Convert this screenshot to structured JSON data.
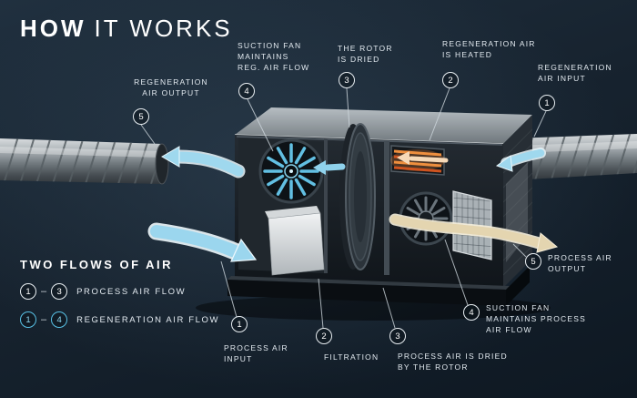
{
  "title": {
    "main": "HOW",
    "rest": "IT WORKS"
  },
  "callouts": {
    "reg_output": {
      "number": "5",
      "label": "REGENERATION\nAIR OUTPUT"
    },
    "suction_fan_reg": {
      "number": "4",
      "label": "SUCTION FAN\nMAINTAINS\nREG. AIR FLOW"
    },
    "rotor_dried": {
      "number": "3",
      "label": "THE ROTOR\nIS DRIED"
    },
    "reg_heated": {
      "number": "2",
      "label": "REGENERATION AIR\nIS HEATED"
    },
    "reg_input": {
      "number": "1",
      "label": "REGENERATION\nAIR INPUT"
    },
    "process_output": {
      "number": "5",
      "label": "PROCESS AIR\nOUTPUT"
    },
    "suction_fan_process": {
      "number": "4",
      "label": "SUCTION FAN\nMAINTAINS PROCESS\nAIR FLOW"
    },
    "process_dried": {
      "number": "3",
      "label": "PROCESS AIR IS DRIED\nBY THE ROTOR"
    },
    "filtration": {
      "number": "2",
      "label": "FILTRATION"
    },
    "process_input": {
      "number": "1",
      "label": "PROCESS AIR\nINPUT"
    }
  },
  "legend": {
    "title": "TWO FLOWS OF AIR",
    "dash": "–",
    "rows": [
      {
        "from": "1",
        "to": "3",
        "label": "PROCESS AIR FLOW",
        "style": "white"
      },
      {
        "from": "1",
        "to": "4",
        "label": "REGENERATION AIR FLOW",
        "style": "blue"
      }
    ]
  },
  "colors": {
    "background": "#15212c",
    "accent_blue": "#5bc2e7",
    "process_arrow_blue": "#9bd6ee",
    "output_arrow_beige": "#e4d5b0",
    "heater_orange": "#e8833c",
    "text": "#e3eaf0"
  }
}
